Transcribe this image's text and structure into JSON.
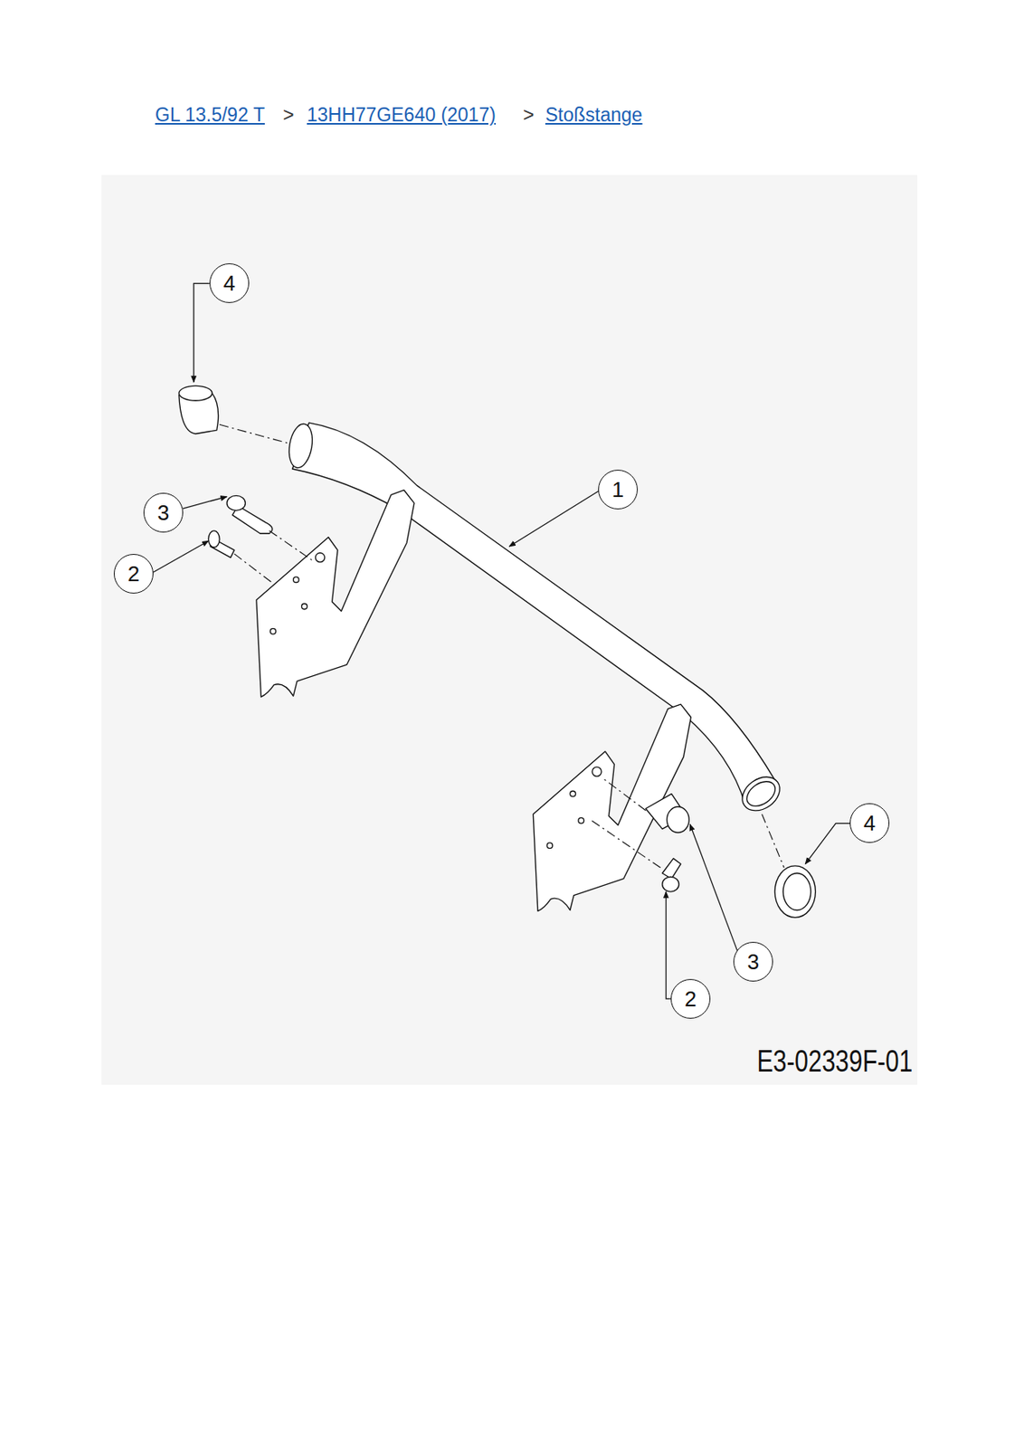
{
  "diagram": {
    "nodes": [
      {
        "text": [
          "4"
        ]
      },
      {
        "text": [
          "3"
        ]
      },
      {
        "text": [
          "2"
        ]
      },
      {
        "text": [
          "1"
        ]
      },
      {
        "text": [
          "4"
        ]
      },
      {
        "text": [
          "3"
        ]
      },
      {
        "text": [
          "2"
        ]
      }
    ],
    "labels": [
      "GL 13.5/92 T",
      ">",
      "13HH77GE640 (2017)",
      ">",
      "Stoßstange",
      "E3-02339F-01"
    ]
  }
}
